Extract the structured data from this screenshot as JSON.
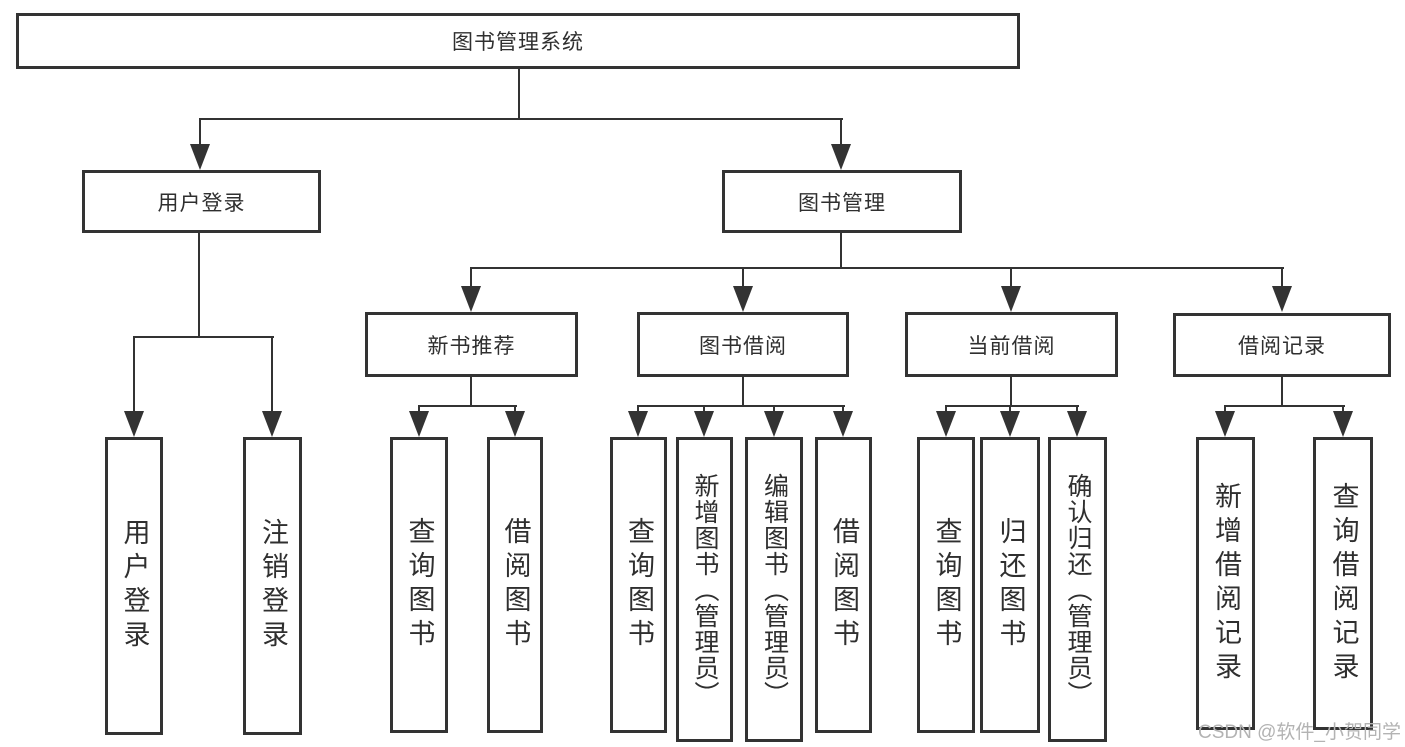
{
  "tree": {
    "root": {
      "label": "图书管理系统"
    },
    "branches": [
      {
        "label": "用户登录",
        "children": [
          {
            "label": "用户登录"
          },
          {
            "label": "注销登录"
          }
        ]
      },
      {
        "label": "图书管理",
        "children": [
          {
            "label": "新书推荐",
            "children": [
              {
                "label": "查询图书"
              },
              {
                "label": "借阅图书"
              }
            ]
          },
          {
            "label": "图书借阅",
            "children": [
              {
                "label": "查询图书"
              },
              {
                "label": "新增图书（管理员）"
              },
              {
                "label": "编辑图书（管理员）"
              },
              {
                "label": "借阅图书"
              }
            ]
          },
          {
            "label": "当前借阅",
            "children": [
              {
                "label": "查询图书"
              },
              {
                "label": "归还图书"
              },
              {
                "label": "确认归还（管理员）"
              }
            ]
          },
          {
            "label": "借阅记录",
            "children": [
              {
                "label": "新增借阅记录"
              },
              {
                "label": "查询借阅记录"
              }
            ]
          }
        ]
      }
    ]
  },
  "watermark": {
    "text": "CSDN @软件_小贺同学"
  },
  "colors": {
    "line": "#333333",
    "box_border": "#333333",
    "text": "#2f2f2f",
    "watermark": "#b3b3b3",
    "background": "#ffffff"
  }
}
